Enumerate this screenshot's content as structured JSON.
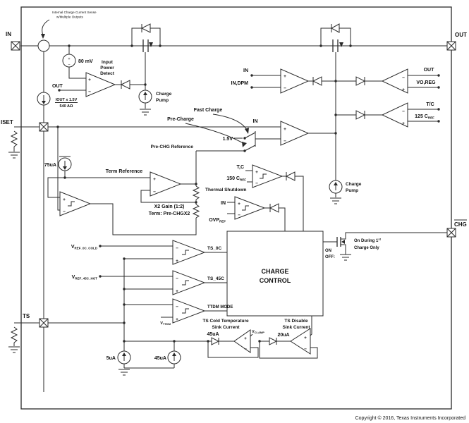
{
  "colors": {
    "line": "#2a2a2a",
    "background": "#ffffff"
  },
  "symbols": {
    "plus": "+",
    "minus": "−"
  },
  "pins": {
    "in": "IN",
    "out": "OUT",
    "iset": "ISET",
    "ts": "TS",
    "chg": "CHG"
  },
  "top": {
    "sense_note_line1": "Internal Charge Current Sense",
    "sense_note_line2": "w/Multiple Outputs",
    "source_80mv": "80 mV",
    "ipd_line1": "Input",
    "ipd_line2": "Power",
    "ipd_line3": "Detect",
    "out_node": "OUT",
    "iout_formula_numerator": "IOUT x 1.5V",
    "iout_formula_denominator": "540 AΩ",
    "charge_pump_line1": "Charge",
    "charge_pump_line2": "Pump"
  },
  "reference_switch": {
    "fast_charge": "Fast Charge",
    "pre_charge": "Pre-Charge",
    "fast_ref": "1.5V",
    "pre_ref": "Pre-CHG Reference",
    "in_label": "IN"
  },
  "comparators": {
    "in_dpm": {
      "plus": "IN",
      "minus": "IN,DPM"
    },
    "vreg": {
      "minus": "OUT",
      "plus": "VO,REG"
    },
    "tc": {
      "minus": "T/C",
      "plus_main": "125 C",
      "plus_sub": "REF"
    },
    "thermal": {
      "plus": "T,C",
      "minus_main": "150 C",
      "minus_sub": "REF",
      "caption": "Thermal Shutdown"
    },
    "ovp": {
      "plus": "IN",
      "minus_main": "OVP",
      "minus_sub": "REF"
    }
  },
  "term": {
    "current_75ua": "75uA",
    "reference_label": "Term Reference",
    "gain_line1": "X2 Gain (1:2)",
    "gain_line2": "Term: Pre-CHGX2"
  },
  "charge_control": {
    "line1": "CHARGE",
    "line2": "CONTROL",
    "on": "ON",
    "off": "OFF:",
    "note_line1_main": "On During 1",
    "note_line1_sup": "st",
    "note_line2": "Charge Only"
  },
  "ts_section": {
    "vref_cold_main": "V",
    "vref_cold_sub": "REF_0C_COLD",
    "vref_hot_main": "V",
    "vref_hot_sub": "REF_45C_HOT",
    "ts_0c": "TS_0C",
    "ts_45c": "TS_45C",
    "ttdm_mode": "TTDM MODE",
    "vttdm_main": "V",
    "vttdm_sub": "TTDM",
    "cold_sink_line1": "TS Cold Temperature",
    "cold_sink_line2": "Sink Current",
    "disable_sink_line1": "TS Disable",
    "disable_sink_line2": "Sink Current",
    "i_45ua": "45uA",
    "i_20ua": "20uA",
    "i_5ua": "5uA",
    "vclamp_main": "V",
    "vclamp_sub": "CLAMP"
  },
  "footer": {
    "copyright": "Copyright © 2016, Texas Instruments Incorporated"
  }
}
